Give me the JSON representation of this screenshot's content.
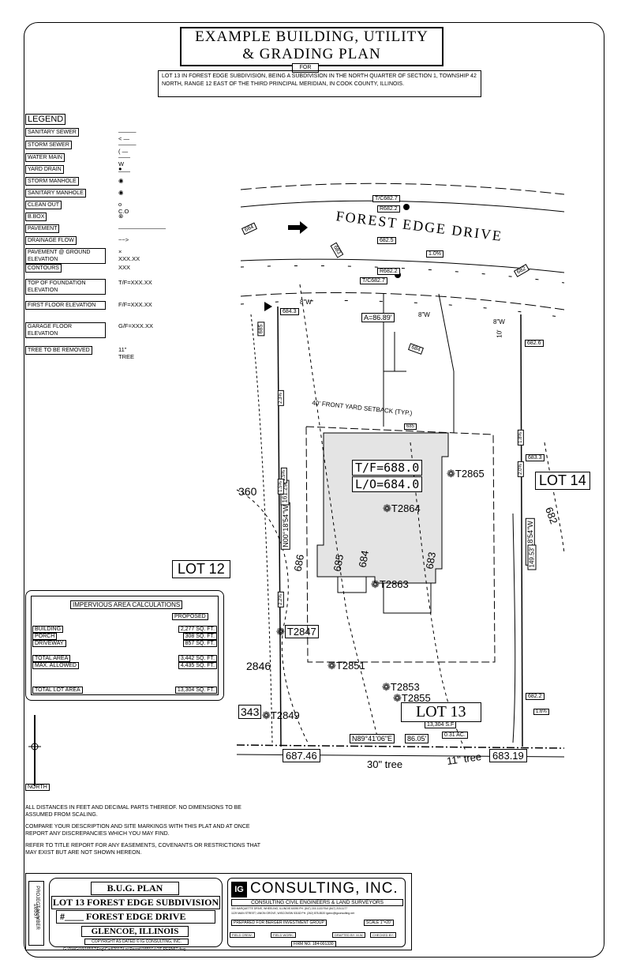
{
  "title": {
    "line1": "EXAMPLE BUILDING, UTILITY",
    "line2": "& GRADING PLAN",
    "for": "FOR",
    "description": "LOT 13 IN FOREST EDGE SUBDIVISION, BEING A SUBDIVISION IN THE NORTH QUARTER OF SECTION 1, TOWNSHIP 42 NORTH, RANGE 12 EAST OF THE THIRD PRINCIPAL MERIDIAN, IN COOK COUNTY, ILLINOIS."
  },
  "legend": {
    "heading": "LEGEND",
    "items": [
      {
        "label": "SANITARY SEWER",
        "symbol": "———<  —"
      },
      {
        "label": "STORM SEWER",
        "symbol": "———(  —"
      },
      {
        "label": "WATER MAIN",
        "symbol": "—— W ——"
      },
      {
        "label": "YARD DRAIN",
        "symbol": "●"
      },
      {
        "label": "STORM MANHOLE",
        "symbol": "◉"
      },
      {
        "label": "SANITARY MANHOLE",
        "symbol": "◉"
      },
      {
        "label": "CLEAN OUT",
        "symbol": "o C.O"
      },
      {
        "label": "B.BOX",
        "symbol": "⊗"
      },
      {
        "label": "PAVEMENT",
        "symbol": "————————"
      },
      {
        "label": "DRAINAGE FLOW",
        "symbol": "~~>"
      },
      {
        "label": "PAVEMENT @ GROUND ELEVATION",
        "symbol": "× XXX.XX"
      },
      {
        "label": "CONTOURS",
        "symbol": "XXX"
      },
      {
        "label": "TOP OF FOUNDATION ELEVATION",
        "symbol": "T/F=XXX.XX"
      },
      {
        "label": "FIRST FLOOR ELEVATION",
        "symbol": "F/F=XXX.XX"
      },
      {
        "label": "GARAGE FLOOR ELEVATION",
        "symbol": "G/F=XXX.XX"
      },
      {
        "label": "TREE TO BE REMOVED",
        "symbol": "11\" TREE"
      }
    ]
  },
  "impervious": {
    "heading": "IMPERVIOUS AREA CALCULATIONS",
    "column": "PROPOSED",
    "rows": [
      {
        "label": "BUILDING",
        "value": "2,277 SQ. FT."
      },
      {
        "label": "PORCH",
        "value": "308 SQ. FT."
      },
      {
        "label": "DRIVEWAY",
        "value": "857 SQ. FT."
      },
      {
        "label": "TOTAL AREA",
        "value": "3,442 SQ. FT."
      },
      {
        "label": "MAX. ALLOWED",
        "value": "4,435 SQ. FT."
      },
      {
        "label": "TOTAL LOT AREA",
        "value": "13,304 SQ. FT."
      }
    ]
  },
  "north_label": "NORTH",
  "notes": [
    "ALL DISTANCES IN FEET AND DECIMAL PARTS THEREOF. NO DIMENSIONS TO BE ASSUMED FROM SCALING.",
    "COMPARE YOUR DESCRIPTION AND SITE MARKINGS WITH THIS PLAT AND AT ONCE REPORT ANY DISCREPANCIES WHICH YOU MAY FIND.",
    "REFER TO TITLE REPORT FOR ANY EASEMENTS, COVENANTS OR RESTRICTIONS THAT MAY EXIST BUT ARE NOT SHOWN HEREON."
  ],
  "title_block": {
    "project_number_label": "PROJECT NUMBER",
    "project_number": "18557",
    "plan_title": "B.U.G. PLAN",
    "lot_line": "LOT 13 FOREST EDGE SUBDIVISION",
    "address_line": "#____ FOREST EDGE DRIVE",
    "city": "GLENCOE, ILLINOIS",
    "copyright": "COPYRIGHT AS DATED © IG CONSULTING, INC.",
    "file_path": "G:\\DWG\\18\\18557\\Eng\\Cad\\2017\\Lot Permit\\18557-LOT PERMIT.dwg",
    "company_logo": "IG",
    "company_name": "CONSULTING, INC.",
    "company_tagline": "CONSULTING CIVIL ENGINEERS & LAND SURVEYORS",
    "address1": "300 MARQUETTE DRIVE, WHEELING, ILLINOIS 60090   PH. (847) 215-1133   FAX (847) 215-1177",
    "address2": "1129 MAIN STREET, UNION GROVE, WISCONSIN 53182   PH. (262) 878-8520   igcinc@igconsulting.net",
    "prepared_for_label": "PREPARED FOR",
    "prepared_for": "BERGER INVESTMENT GROUP",
    "scale": "SCALE 1\"=20'",
    "field_crew": "FIELD CREW:",
    "field_work": "FIELD WORK:",
    "drafted_by": "DRAFTED BY: M.W.",
    "checked_by": "CHECKED BY:",
    "firm_no": "FIRM NO. 184-001330"
  },
  "map": {
    "street": "FOREST EDGE DRIVE",
    "lot12": "LOT 12",
    "lot13": "LOT 13",
    "lot14": "LOT 14",
    "lot13_area1": "13,304 S.F",
    "lot13_area2": "0.31 AC.",
    "setback": "40' FRONT YARD SETBACK (TYP.)",
    "tf": "T/F=688.0",
    "lo": "L/O=684.0",
    "bearing_left": "N00°18'54\"W",
    "bearing_right": "N00°18'54\"W",
    "bearing_bottom": "N89°41'06\"E",
    "dim_left": "161.29'",
    "dim_right": "149.53'",
    "dim_bottom": "86.05'",
    "dim_offset": "10'",
    "ap": "A=86.89'",
    "water_main_1": "8\"W",
    "water_main_2": "8\"W",
    "water_main_3": "8\"W",
    "elev_6876": "687.46",
    "elev_6831": "683.19",
    "tc1": "T/C682.7",
    "r1": "R682.2",
    "r2": "R682.2",
    "tc2": "T/C682.7",
    "e6825": "682.5",
    "e6843": "684.3",
    "e6826": "682.6",
    "e6833": "683.3",
    "e6822": "682.2",
    "c684a": "684",
    "c683": "683",
    "c685": "685",
    "c684b": "684",
    "c682": "682",
    "c685b": "685",
    "c684c": "684",
    "c683b": "683",
    "c686": "686",
    "c682b": "682",
    "c360": "360",
    "c343": "343",
    "c2846": "2846",
    "slope1": "1.0%",
    "slope2": "2.3%",
    "slope3": "2.2%",
    "slope4": "1.5%",
    "slope5": "1.8%",
    "slope6": "1.6%",
    "slope7": "2.0%",
    "slope8": "1.5%",
    "t2865": "T2865",
    "t2864": "T2864",
    "t2863": "T2863",
    "t2847": "T2847",
    "t2851": "T2851",
    "t2853": "T2853",
    "t2855": "T2855",
    "t2849": "T2849",
    "tree30": "30\" tree",
    "tree11": "11\" tree"
  },
  "colors": {
    "ink": "#000000",
    "house_fill": "#e4e4e4"
  }
}
